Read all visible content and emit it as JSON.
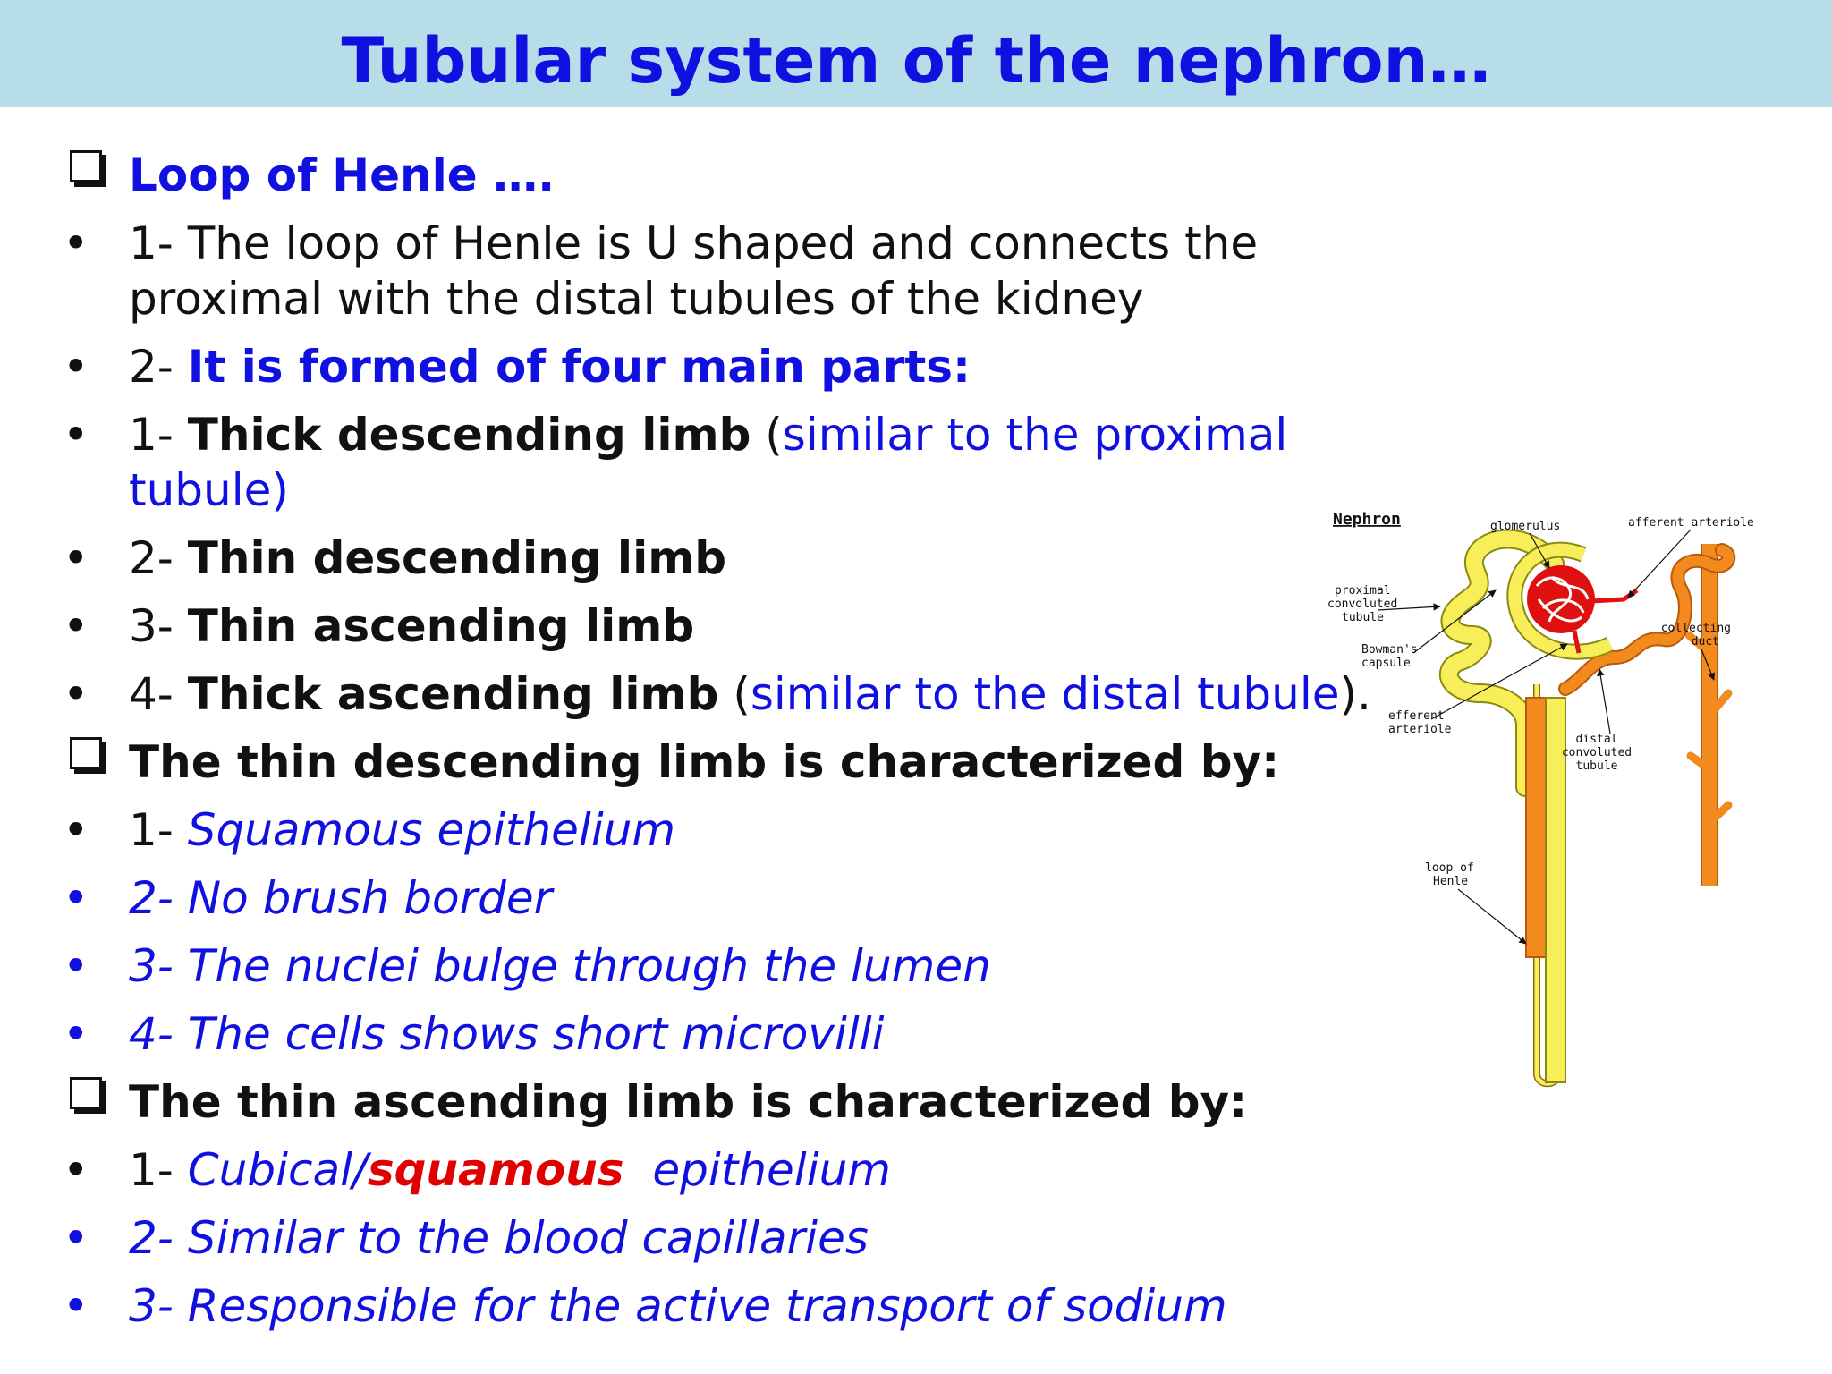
{
  "slide": {
    "title": "Tubular system of the nephron…"
  },
  "content": {
    "heading_loop": "Loop of Henle ….",
    "item1": "1- The loop of Henle is U shaped and connects the",
    "item1_cont": "proximal with the distal tubules of the kidney",
    "item2_num": "2- ",
    "item2_text": "It is formed of four main parts:",
    "part1_num": "1- ",
    "part1_name": "Thick descending limb",
    "part1_paren_open": " (",
    "part1_note": "similar to the proximal",
    "part1_note_cont": "tubule)",
    "part2_num": "2- ",
    "part2_name": "Thin descending limb",
    "part3_num": "3- ",
    "part3_name": "Thin ascending limb",
    "part4_num": "4- ",
    "part4_name": "Thick ascending limb",
    "part4_paren_open": " (",
    "part4_note": "similar to the distal tubule",
    "part4_paren_close": ").",
    "heading_thin_desc": "The thin descending limb is characterized by:",
    "desc1_num": "1- ",
    "desc1_text": "Squamous epithelium",
    "desc2": "2- No brush border",
    "desc3": "3- The nuclei bulge through the lumen",
    "desc4": "4- The cells shows short microvilli",
    "heading_thin_asc": "The thin ascending limb is characterized by:",
    "asc1_num": "1- ",
    "asc1_a": "Cubical/",
    "asc1_b": "squamous",
    "asc1_c": "  epithelium",
    "asc2": "2- Similar to the blood capillaries",
    "asc3": "3- Responsible for the active transport of sodium",
    "bullet": "•"
  },
  "diagram": {
    "title": "Nephron",
    "glomerulus": "glomerulus",
    "afferent": "afferent arteriole",
    "proximal_1": "proximal",
    "proximal_2": "convoluted",
    "proximal_3": "tubule",
    "bowman_1": "Bowman's",
    "bowman_2": "capsule",
    "efferent_1": "efferent",
    "efferent_2": "arteriole",
    "collecting_1": "collecting",
    "collecting_2": "duct",
    "distal_1": "distal",
    "distal_2": "convoluted",
    "distal_3": "tubule",
    "loop_1": "loop of",
    "loop_2": "Henle"
  },
  "colors": {
    "title_bar": "#b7dde8",
    "title_text": "#1010e0",
    "blue_text": "#1010e0",
    "red_text": "#e00000",
    "tubule_yellow": "#f7ee5a",
    "tubule_orange": "#f28a1e",
    "glomerulus_red": "#e01010"
  }
}
